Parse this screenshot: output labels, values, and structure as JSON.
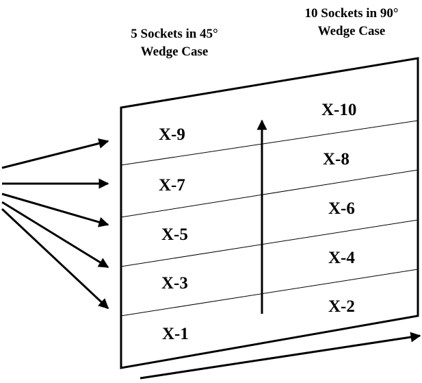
{
  "headings": {
    "left_line1": "5 Sockets in 45°",
    "left_line2": "Wedge Case",
    "right_line1": "10 Sockets in 90°",
    "right_line2": "Wedge Case"
  },
  "sockets": {
    "x1": "X-1",
    "x2": "X-2",
    "x3": "X-3",
    "x4": "X-4",
    "x5": "X-5",
    "x6": "X-6",
    "x7": "X-7",
    "x8": "X-8",
    "x9": "X-9",
    "x10": "X-10"
  },
  "colors": {
    "ink": "#000000",
    "background": "#ffffff"
  }
}
